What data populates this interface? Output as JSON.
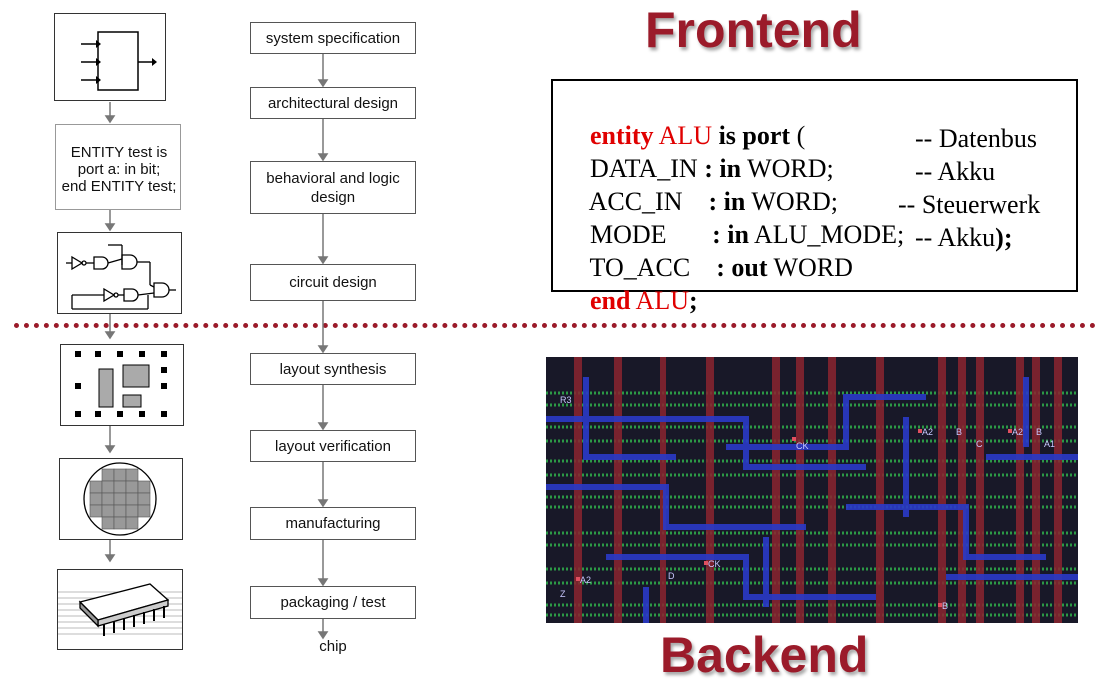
{
  "headings": {
    "frontend": "Frontend",
    "backend": "Backend"
  },
  "flow_steps": [
    "system specification",
    "architectural design",
    "behavioral and logic design",
    "circuit design",
    "layout synthesis",
    "layout verification",
    "manufacturing",
    "packaging / test"
  ],
  "flow_end": "chip",
  "entity_box": {
    "line1": "ENTITY test is",
    "line2": "port a: in bit;",
    "line3": "end ENTITY test;"
  },
  "code": {
    "line1": {
      "kw1": "entity",
      "name": "ALU",
      "kw2": "is port",
      "rest": " ("
    },
    "line2": {
      "sig": "DATA_IN",
      "sep": " : ",
      "dir": "in",
      "type": " WORD;",
      "comment": "-- Datenbus"
    },
    "line3": {
      "sig": "ACC_IN",
      "sep": "    : ",
      "dir": "in",
      "type": " WORD;",
      "comment": "-- Akku"
    },
    "line4": {
      "sig": "MODE",
      "sep": "       : ",
      "dir": "in",
      "type": " ALU_MODE;",
      "comment": "-- Steuerwerk"
    },
    "line5": {
      "sig": "TO_ACC",
      "sep": "    : ",
      "dir": "out",
      "type": " WORD",
      "comment": "-- Akku",
      "close": ");"
    },
    "line6": {
      "kw": "end",
      "name": "ALU",
      "rest": ";"
    }
  },
  "layout_labels": [
    "A2",
    "B",
    "C",
    "A2",
    "B",
    "A1",
    "CK",
    "CK",
    "A2",
    "D",
    "Z",
    "B",
    "R3"
  ],
  "colors": {
    "heading": "#9b1b2a",
    "divider": "#9b1b2a",
    "keyword_red": "#e00000",
    "layout_bg": "#1a1a2a"
  }
}
